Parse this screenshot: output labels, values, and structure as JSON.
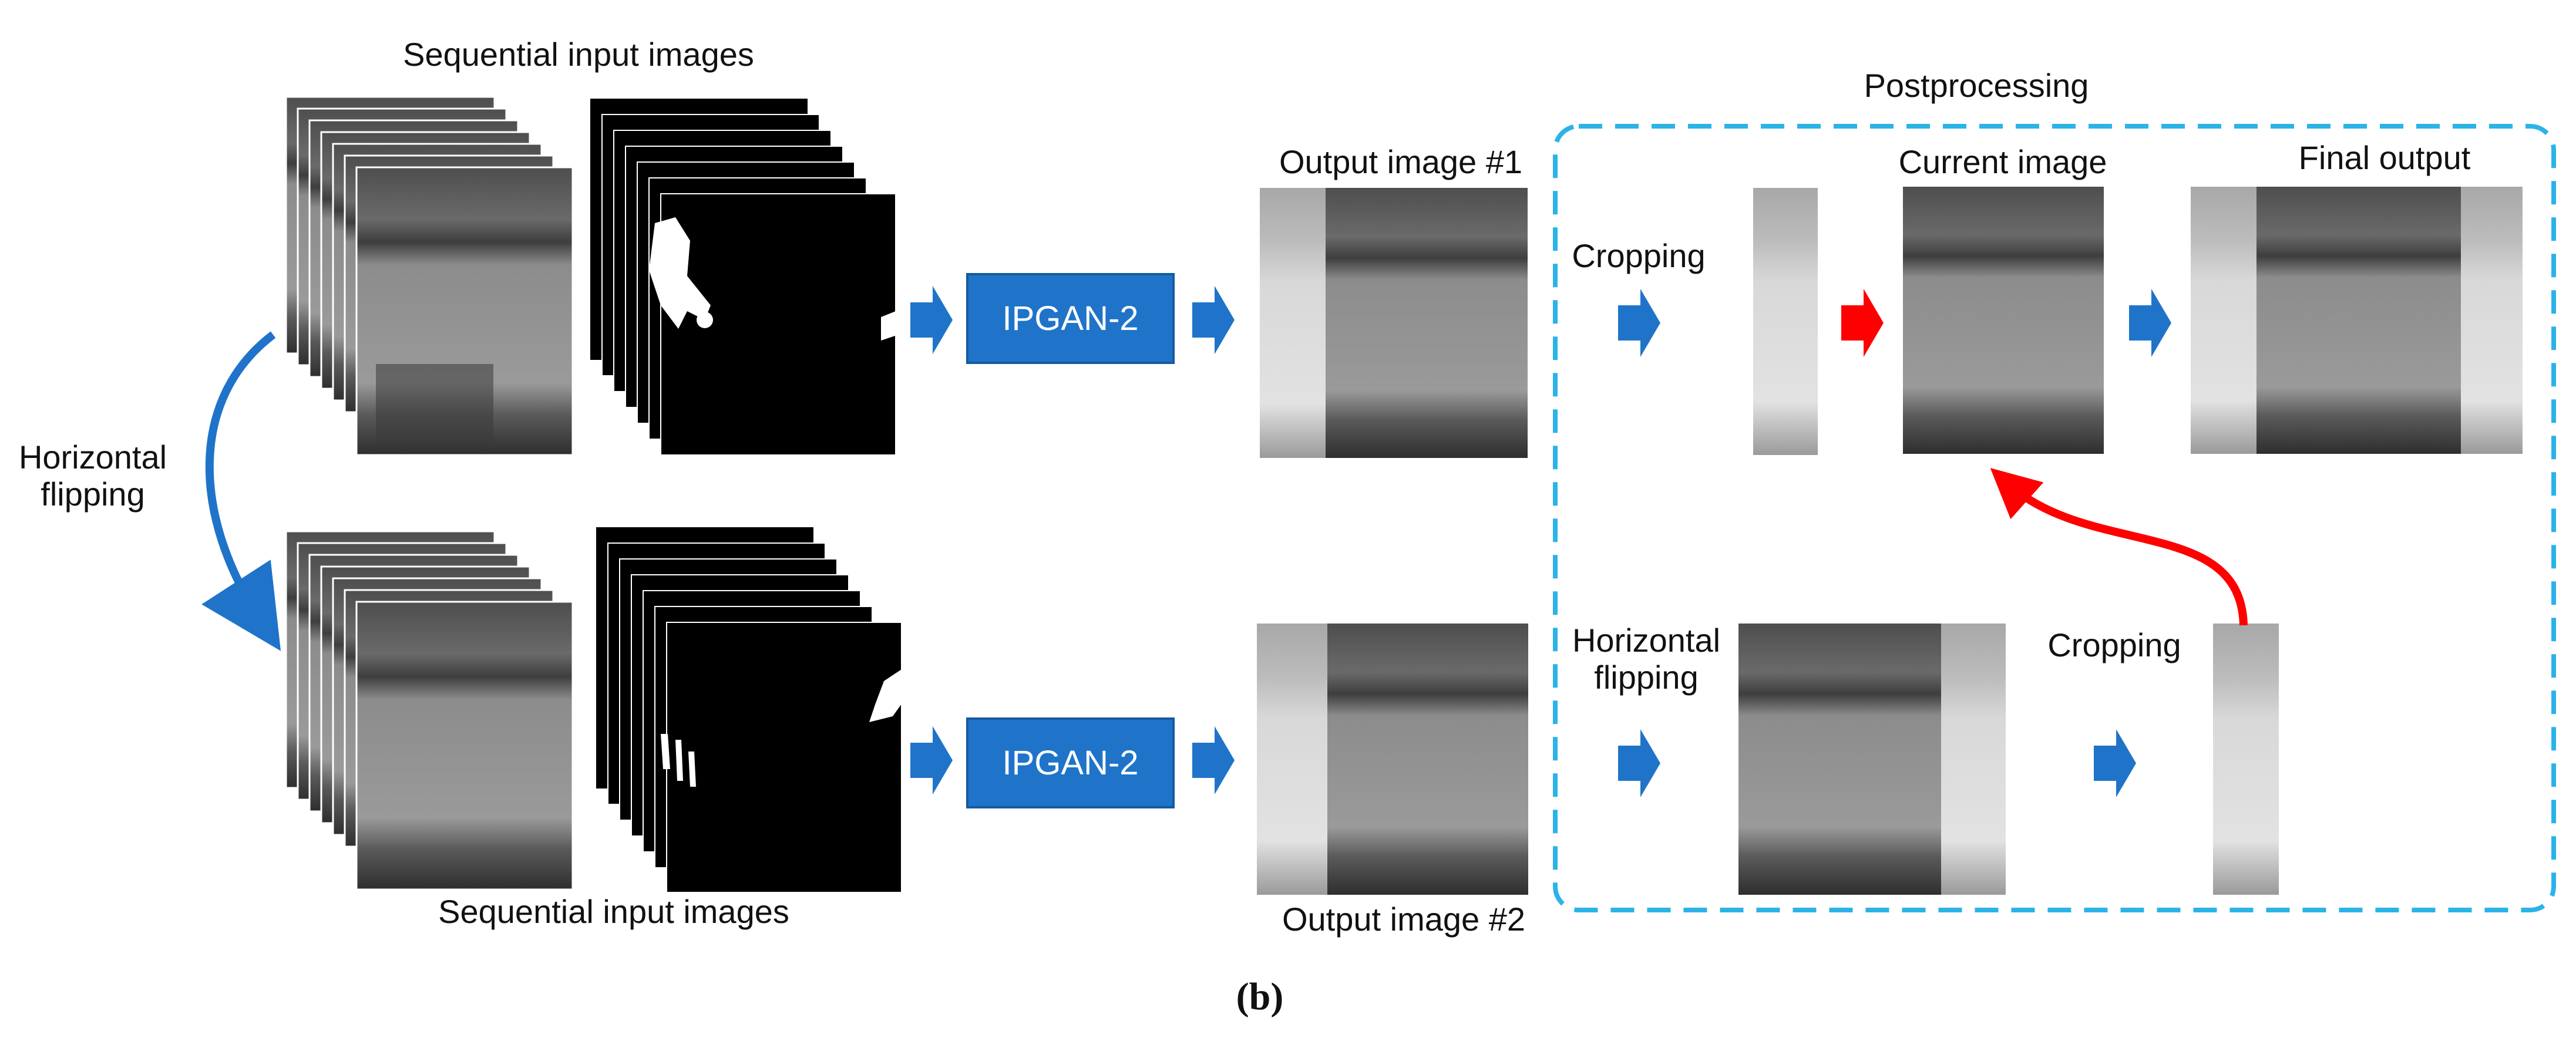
{
  "labels": {
    "seq_top": "Sequential input images",
    "seq_bottom": "Sequential input images",
    "hflip_left": "Horizontal\nflipping",
    "postprocessing": "Postprocessing",
    "out1": "Output image #1",
    "out2": "Output image #2",
    "current": "Current image",
    "final": "Final output",
    "crop_top": "Cropping",
    "crop_bottom": "Cropping",
    "hflip_post": "Horizontal\nflipping",
    "caption": "(b)"
  },
  "boxes": {
    "ipgan_top": "IPGAN-2",
    "ipgan_bottom": "IPGAN-2"
  },
  "colors": {
    "box_blue": "#1f74c9",
    "arrow_blue": "#1f74c9",
    "arrow_red": "#ff0000",
    "dashed_border": "#2bb3e8",
    "mask_black": "#000000",
    "gray_image": "#8a8a8a"
  }
}
